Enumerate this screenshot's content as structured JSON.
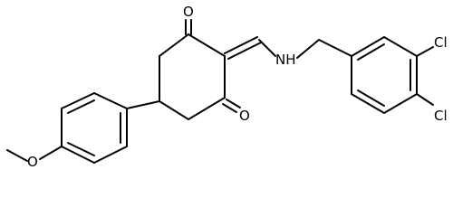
{
  "molecule": {
    "atom_labels": {
      "o_top": "O",
      "o_bottom": "O",
      "nh": "NH",
      "cl_upper": "Cl",
      "cl_lower": "Cl",
      "o_methoxy": "O"
    },
    "colors": {
      "bond": "#000000",
      "label": "#000000",
      "background": "#ffffff"
    }
  }
}
